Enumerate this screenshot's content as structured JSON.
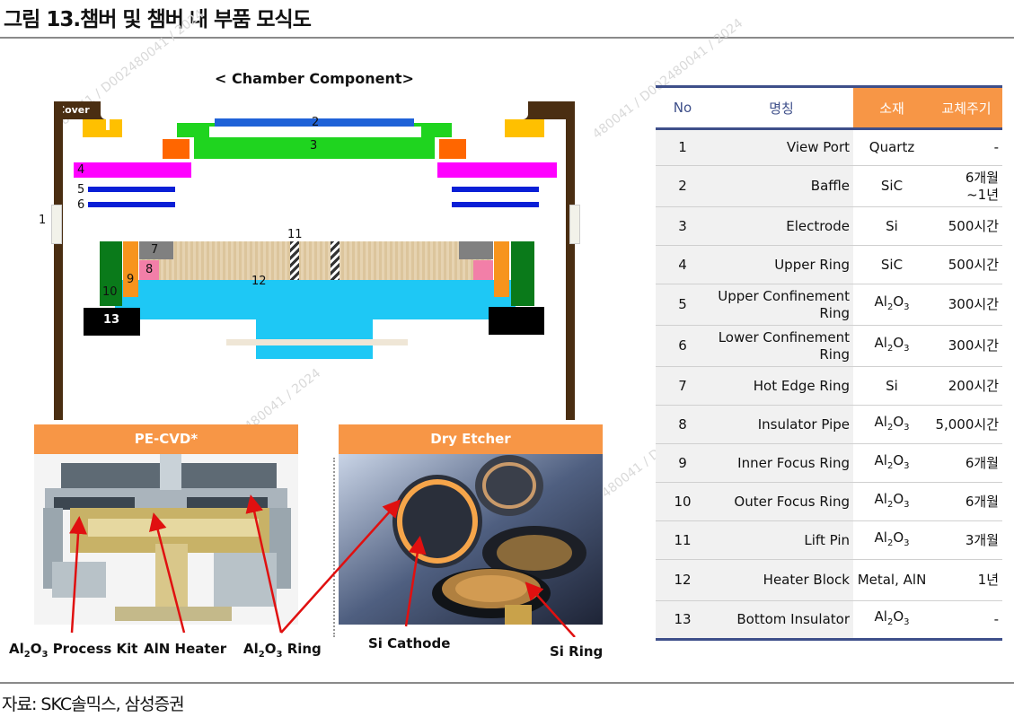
{
  "title": "그림 13.챔버 및 챔버 내 부품 모식도",
  "source": "자료: SKC솔믹스, 삼성증권",
  "watermark": "480041 / D002480041 / 2024",
  "chamber": {
    "title": "< Chamber Component>",
    "cover_label": "Cover",
    "numbers": [
      "1",
      "2",
      "3",
      "4",
      "5",
      "6",
      "7",
      "8",
      "9",
      "10",
      "11",
      "12",
      "13"
    ]
  },
  "photos": {
    "left_band": "PE-CVD*",
    "right_band": "Dry Etcher",
    "captions": {
      "al2o3_process_kit": {
        "pre": "Al",
        "s1": "2",
        "mid": "O",
        "s2": "3",
        "post": " Process Kit"
      },
      "aln_heater": "AlN Heater",
      "al2o3_ring": {
        "pre": "Al",
        "s1": "2",
        "mid": "O",
        "s2": "3",
        "post": " Ring"
      },
      "si_cathode": "Si Cathode",
      "si_ring": "Si Ring"
    }
  },
  "table": {
    "headers": {
      "no": "No",
      "name": "명칭",
      "material": "소재",
      "cycle": "교체주기"
    },
    "rows": [
      {
        "no": "1",
        "name": "View Port",
        "material": "Quartz",
        "cycle": "-"
      },
      {
        "no": "2",
        "name": "Baffle",
        "material": "SiC",
        "cycle": "6개월\n~1년"
      },
      {
        "no": "3",
        "name": "Electrode",
        "material": "Si",
        "cycle": "500시간"
      },
      {
        "no": "4",
        "name": "Upper Ring",
        "material": "SiC",
        "cycle": "500시간"
      },
      {
        "no": "5",
        "name": "Upper Confinement Ring",
        "material": "Al2O3",
        "cycle": "300시간"
      },
      {
        "no": "6",
        "name": "Lower Confinement Ring",
        "material": "Al2O3",
        "cycle": "300시간"
      },
      {
        "no": "7",
        "name": "Hot Edge Ring",
        "material": "Si",
        "cycle": "200시간"
      },
      {
        "no": "8",
        "name": "Insulator Pipe",
        "material": "Al2O3",
        "cycle": "5,000시간"
      },
      {
        "no": "9",
        "name": "Inner Focus Ring",
        "material": "Al2O3",
        "cycle": "6개월"
      },
      {
        "no": "10",
        "name": "Outer Focus Ring",
        "material": "Al2O3",
        "cycle": "6개월"
      },
      {
        "no": "11",
        "name": "Lift Pin",
        "material": "Al2O3",
        "cycle": "3개월"
      },
      {
        "no": "12",
        "name": "Heater Block",
        "material": "Metal, AlN",
        "cycle": "1년"
      },
      {
        "no": "13",
        "name": "Bottom Insulator",
        "material": "Al2O3",
        "cycle": "-"
      }
    ]
  },
  "colors": {
    "accent_orange": "#f79646",
    "table_navy": "#3e4f8a",
    "chamber_wall": "#4a2e12",
    "electrode_green": "#1fd41f",
    "upper_ring_magenta": "#ff00ff",
    "confinement_blue": "#0a1fd6",
    "heater_cyan": "#1ec8f5",
    "focus_green": "#0a7a1a",
    "arrow_red": "#e01010"
  }
}
